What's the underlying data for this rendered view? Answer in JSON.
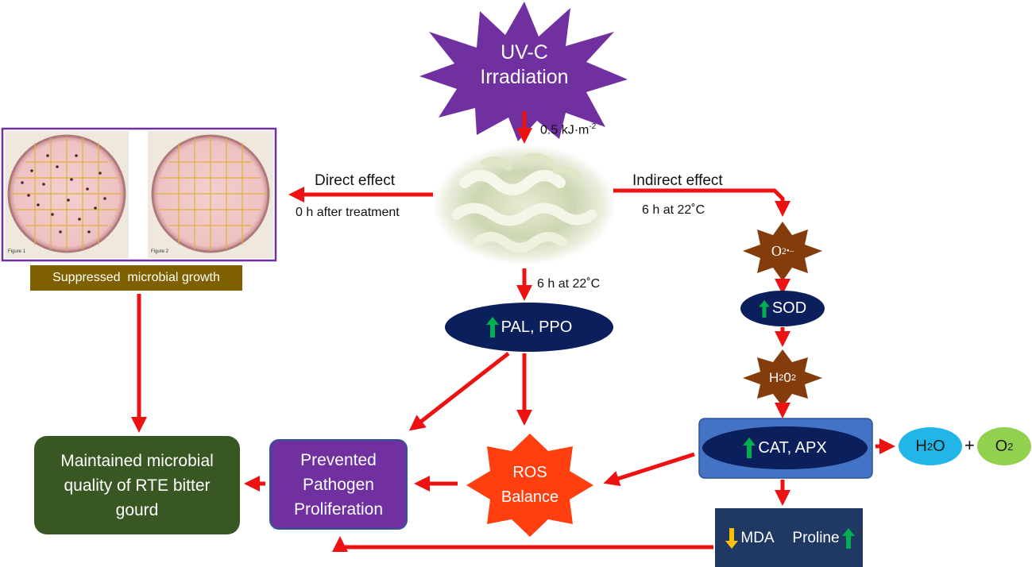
{
  "uv": {
    "line1": "UV-C",
    "line2": "Irradiation"
  },
  "dose": {
    "text": "0.5 kJ·m",
    "sup": "-2"
  },
  "direct": {
    "label": "Direct effect",
    "sub": "0 h after treatment"
  },
  "indirect": {
    "label": "Indirect effect",
    "sub": "6 h at 22˚C"
  },
  "center_down": {
    "label": "6 h at 22˚C"
  },
  "plates": {
    "fig1": "Figure 1",
    "fig2": "Figure 2"
  },
  "suppressed": "Suppressed  microbial growth",
  "pal_ppo": "PAL, PPO",
  "superoxide": {
    "base": "O",
    "sub": "2",
    "sup": "•–"
  },
  "sod": "SOD",
  "h2o2": {
    "a": "H",
    "b": "2",
    "c": "0",
    "d": "2"
  },
  "cat_apx": "CAT, APX",
  "water": {
    "base": "H",
    "sub": "2",
    "tail": "O"
  },
  "plus": "+",
  "oxygen": {
    "base": "O",
    "sub": "2"
  },
  "ros": {
    "line1": "ROS",
    "line2": "Balance"
  },
  "prevented": {
    "line1": "Prevented",
    "line2": "Pathogen",
    "line3": "Proliferation"
  },
  "maintained": {
    "line1": "Maintained microbial",
    "line2": "quality of RTE bitter",
    "line3": "gourd"
  },
  "mda": "MDA",
  "proline": "Proline",
  "colors": {
    "arrow": "#ee1111",
    "uv_star": "#7030a0",
    "brown_star": "#843c0c",
    "ros_star": "#ff3f0f",
    "dark_ellipse": "#0b1f5c",
    "cat_box": "#4472c4",
    "water": "#22b5e8",
    "oxygen": "#92d050",
    "prevented_box": "#7030a0",
    "maintained_box": "#385723",
    "suppressed_bar": "#7f6000",
    "mda_box": "#1f3864",
    "up_arrow": "#00b050",
    "down_arrow": "#ffc000"
  }
}
